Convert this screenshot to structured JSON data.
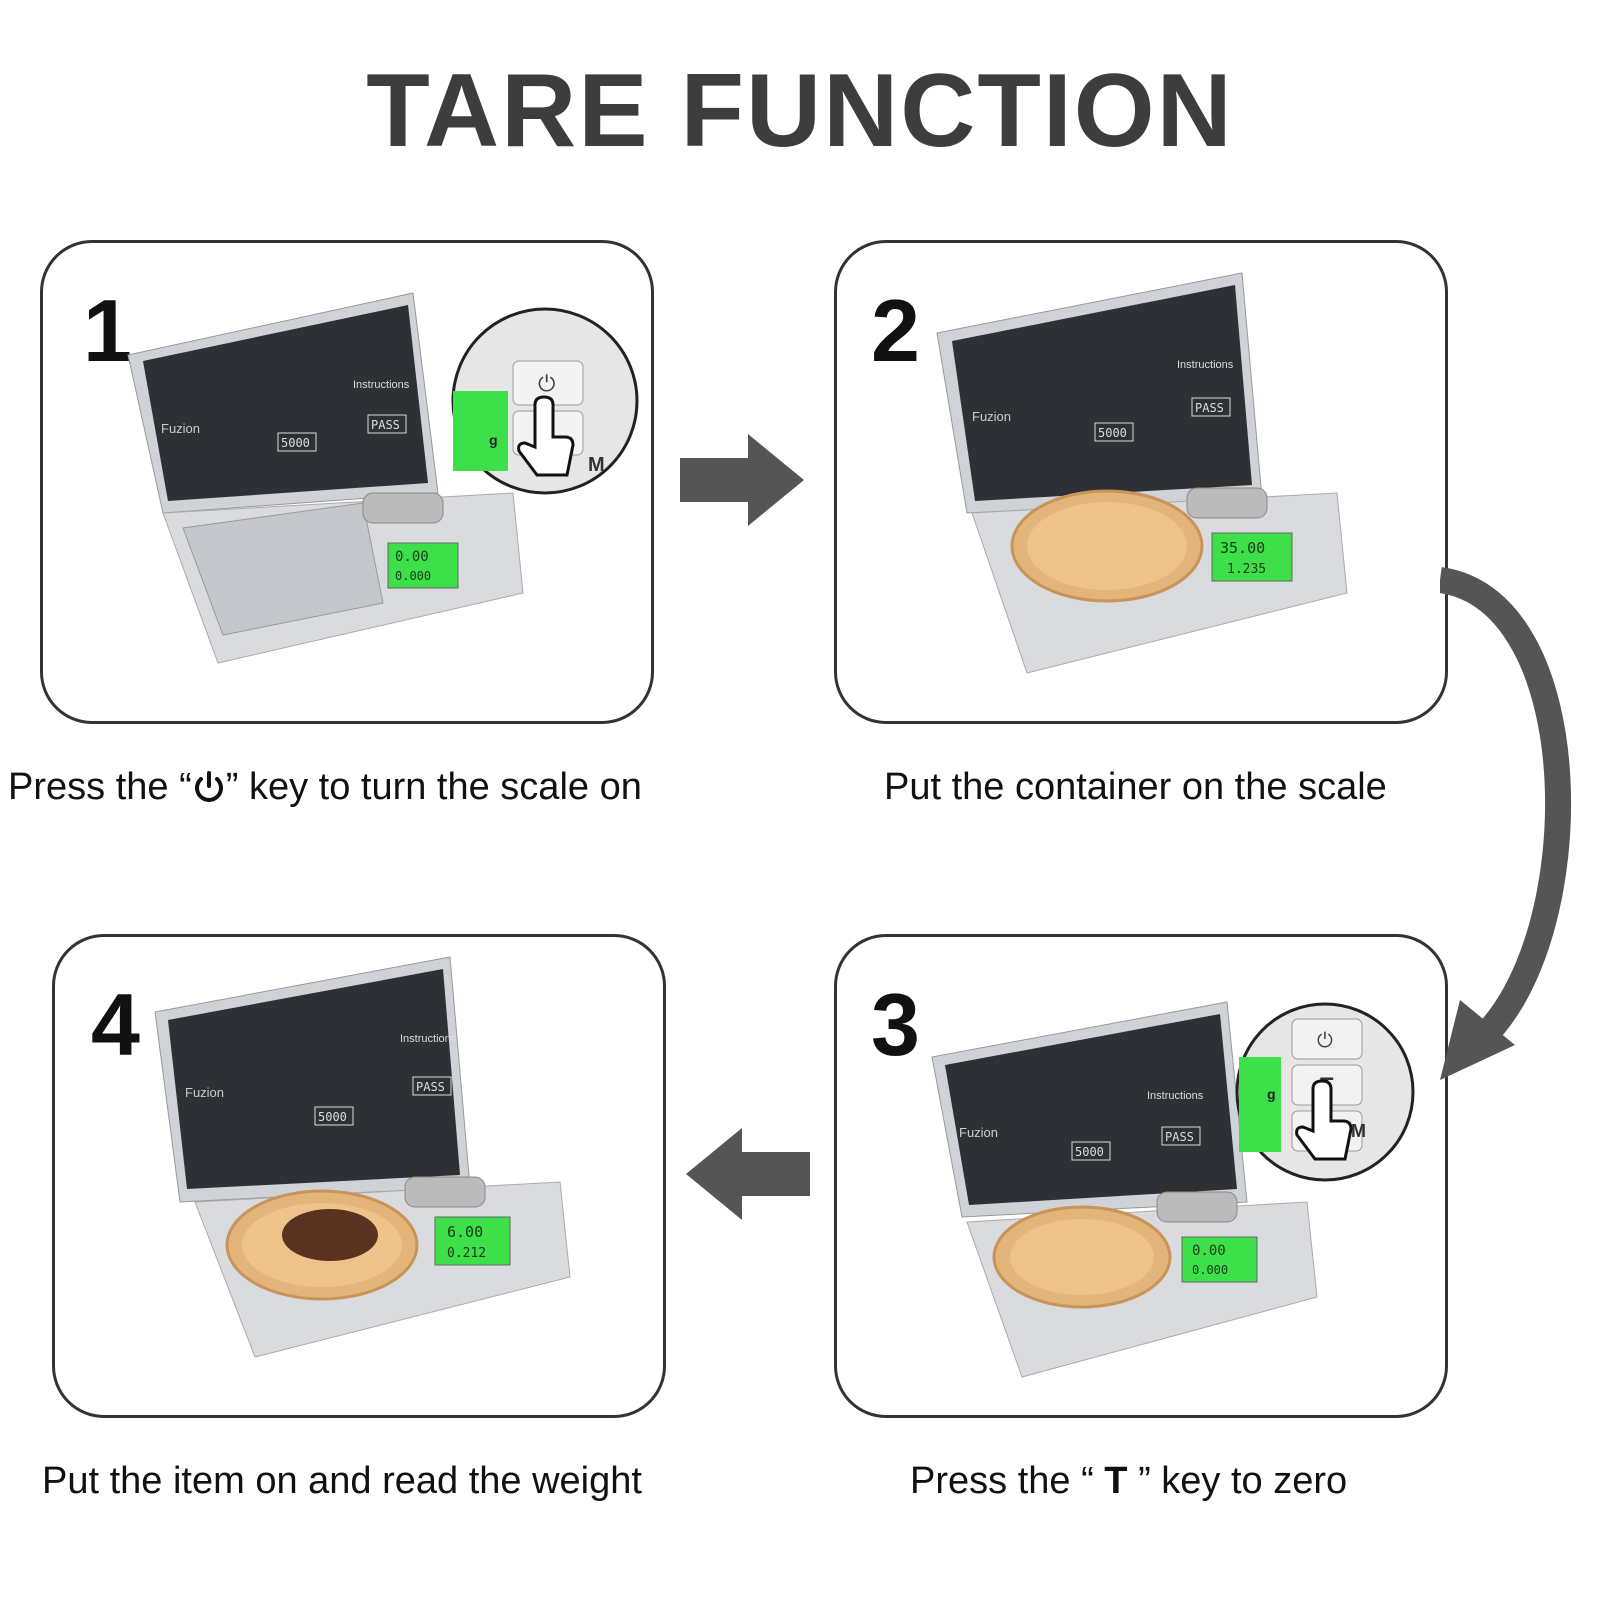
{
  "title": "TARE FUNCTION",
  "colors": {
    "title": "#3d3d3d",
    "panel_border": "#333333",
    "lcd_green": "#3ee04a",
    "arrow": "#555555"
  },
  "steps": [
    {
      "number": "1",
      "caption_before": "Press the “",
      "caption_icon": "power-icon",
      "caption_after": "” key to turn the scale on",
      "display_main": "0.00",
      "display_sub": "0.000"
    },
    {
      "number": "2",
      "caption": "Put the container on the scale",
      "display_main": "35.00",
      "display_sub": "1.235"
    },
    {
      "number": "3",
      "caption_before": "Press the “ ",
      "caption_key": "T",
      "caption_after": " ” key to zero",
      "display_main": "0.00",
      "display_sub": "0.000"
    },
    {
      "number": "4",
      "caption": "Put the item on and read the weight",
      "display_main": "6.00",
      "display_sub": "0.212"
    }
  ],
  "scale_labels": {
    "brand": "Fuzion",
    "instructions": "Instructions",
    "calibration_value": "5000",
    "pass": "PASS",
    "power_key": "⏻",
    "tare_key": "T",
    "mode_key": "M",
    "unit": "g"
  }
}
